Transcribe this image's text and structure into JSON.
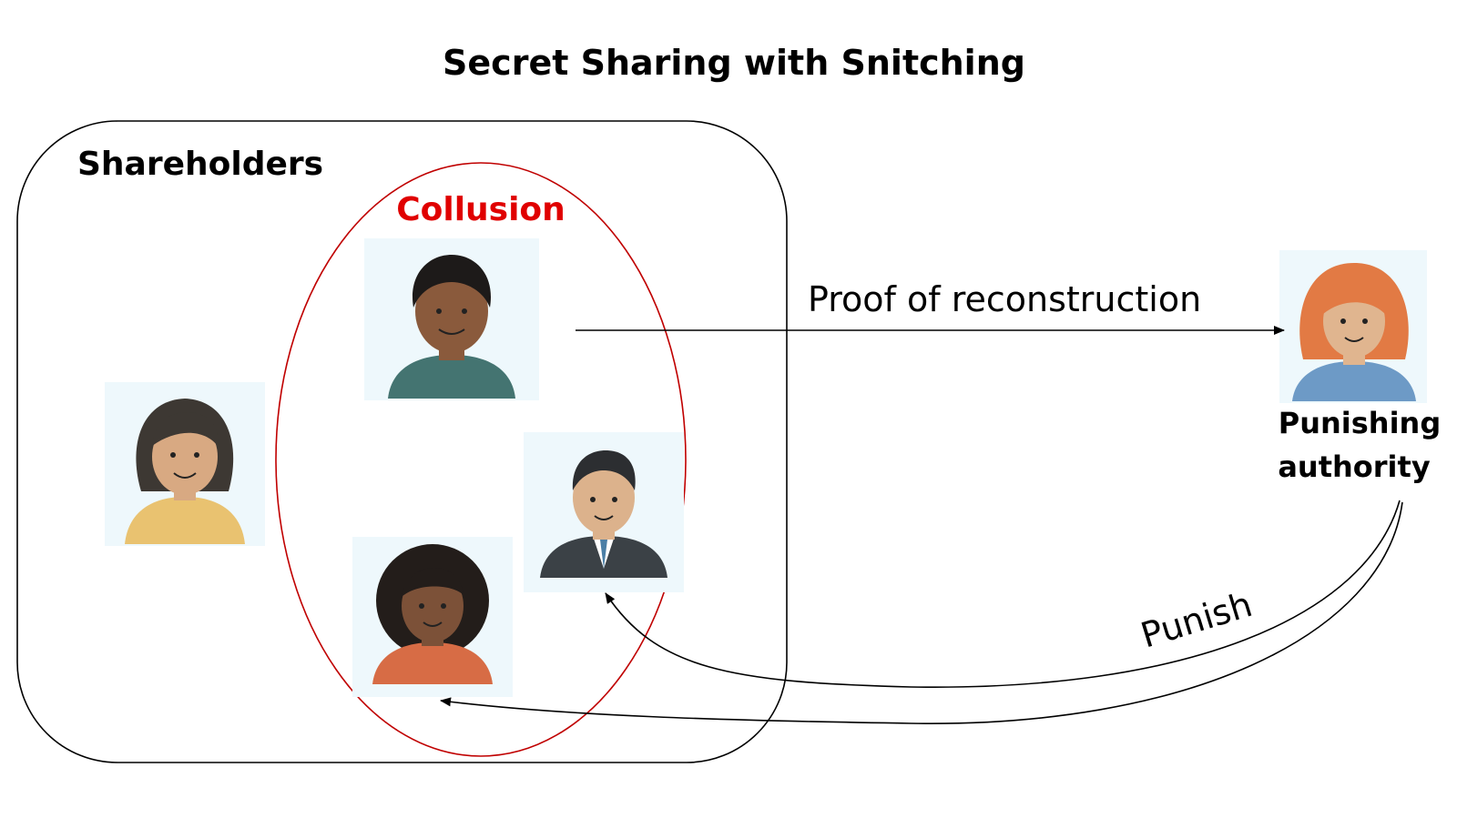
{
  "title": "Secret Sharing with Snitching",
  "shareholders": {
    "label": "Shareholders",
    "members": [
      {
        "id": "woman-dark-hair",
        "icon": "woman-avatar-icon",
        "shirt_color": "#e9c270",
        "hair_color": "#3d3833",
        "skin_color": "#d8a982"
      },
      {
        "id": "man-curly-hair",
        "icon": "man-avatar-icon",
        "shirt_color": "#447471",
        "hair_color": "#1d1a19",
        "skin_color": "#8a5a3c"
      },
      {
        "id": "man-suit",
        "icon": "businessman-avatar-icon",
        "shirt_color": "#3b4146",
        "hair_color": "#2c2e31",
        "skin_color": "#dcb28c"
      },
      {
        "id": "woman-curly-hair",
        "icon": "woman-curly-avatar-icon",
        "shirt_color": "#d76c45",
        "hair_color": "#231d1a",
        "skin_color": "#7c5138"
      }
    ]
  },
  "collusion": {
    "label": "Collusion",
    "color": "#e00000",
    "outline_color": "#c00000"
  },
  "authority": {
    "label_line1": "Punishing",
    "label_line2": "authority",
    "icon": "woman-red-hair-avatar-icon",
    "shirt_color": "#6d9ac6",
    "hair_color": "#e27a44",
    "skin_color": "#e0b58f"
  },
  "edges": {
    "proof": {
      "label": "Proof of reconstruction"
    },
    "punish": {
      "label": "Punish"
    }
  },
  "colors": {
    "avatar_bg": "#eef8fc",
    "line": "#000000"
  }
}
